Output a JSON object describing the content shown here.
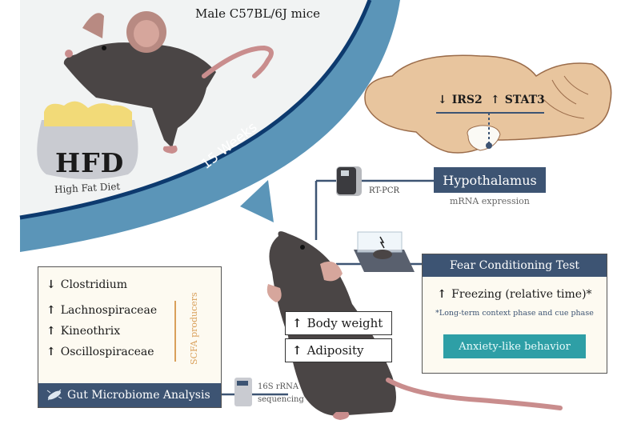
{
  "header": {
    "subjects": "Male C57BL/6J mice"
  },
  "diet": {
    "abbrev": "HFD",
    "full": "High Fat Diet"
  },
  "duration": {
    "label": "15 Weeks"
  },
  "hypothalamus": {
    "genes": [
      {
        "direction": "down",
        "name": "IRS2"
      },
      {
        "direction": "up",
        "name": "STAT3"
      }
    ],
    "method": "RT-PCR",
    "title": "Hypothalamus",
    "subtitle": "mRNA expression"
  },
  "fear_test": {
    "title": "Fear Conditioning Test",
    "result": "Freezing (relative time)*",
    "result_direction": "up",
    "note": "*Long-term context phase and cue phase",
    "conclusion": "Anxiety-like behavior"
  },
  "phenotype": [
    {
      "direction": "up",
      "label": "Body weight"
    },
    {
      "direction": "up",
      "label": "Adiposity"
    }
  ],
  "gut": {
    "title": "Gut Microbiome Analysis",
    "method_line1": "16S rRNA",
    "method_line2": "sequencing",
    "items": [
      {
        "direction": "down",
        "label": "Clostridium"
      },
      {
        "direction": "up",
        "label": "Lachnospiraceae"
      },
      {
        "direction": "up",
        "label": "Kineothrix"
      },
      {
        "direction": "up",
        "label": "Oscillospiraceae"
      }
    ],
    "group_label": "SCFA producers"
  },
  "colors": {
    "arc_blue": "#5b95b8",
    "arc_dark": "#0d3a6e",
    "panel_header": "#3d5473",
    "accent_teal": "#2e9fa6",
    "scfa_orange": "#d9a05b",
    "brain": "#e8c59e",
    "mouse": "#4a4545"
  }
}
